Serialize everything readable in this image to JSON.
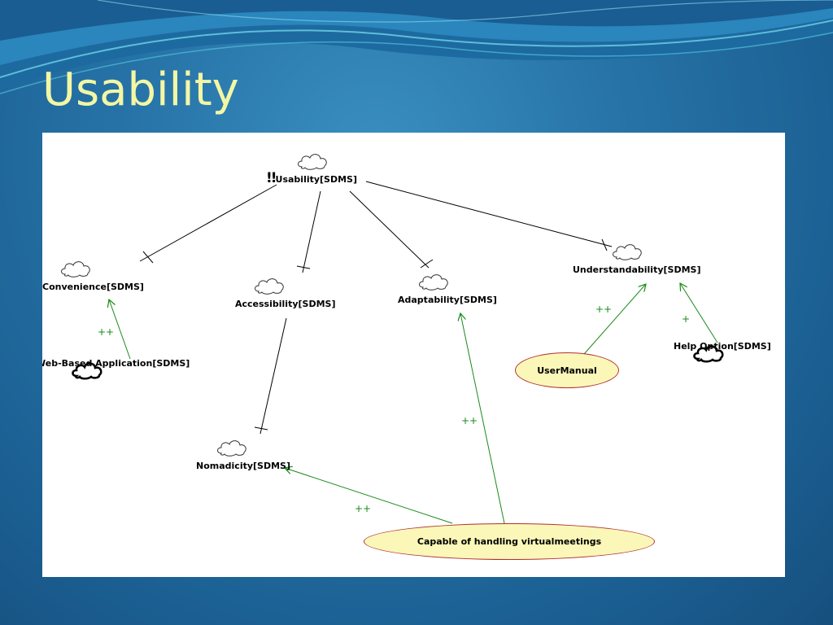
{
  "slide": {
    "title": "Usability"
  },
  "diagram": {
    "root": {
      "priority_mark": "!!",
      "label": "Usability[SDMS]"
    },
    "softgoals": {
      "convenience": "Convenience[SDMS]",
      "accessibility": "Accessibility[SDMS]",
      "adaptability": "Adaptability[SDMS]",
      "understandability": "Understandability[SDMS]",
      "web_based": "Web-Based Application[SDMS]",
      "nomadicity": "Nomadicity[SDMS]",
      "help_option": "Help Option[SDMS]"
    },
    "operationalizations": {
      "user_manual": "UserManual",
      "virtual_meetings": "Capable of handling virtualmeetings"
    },
    "contributions": {
      "web_to_convenience": "++",
      "manual_to_understandability": "++",
      "help_to_understandability": "+",
      "meetings_to_adaptability": "++",
      "meetings_to_nomadicity": "++"
    },
    "colors": {
      "link": "#000000",
      "contribution": "#1a8a1a",
      "oval_fill": "#fbf7b8",
      "oval_border": "#b03030"
    }
  }
}
